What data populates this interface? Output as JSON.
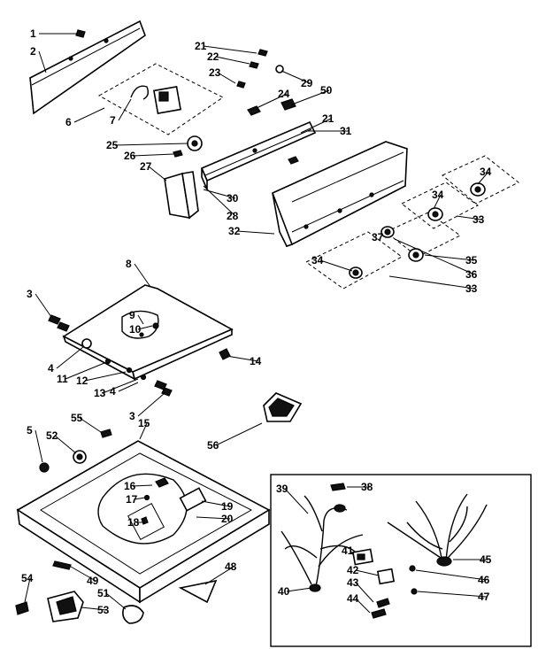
{
  "diagram": {
    "callouts": [
      "1",
      "2",
      "6",
      "7",
      "21",
      "22",
      "23",
      "29",
      "24",
      "50",
      "21",
      "31",
      "25",
      "26",
      "27",
      "30",
      "28",
      "32",
      "34",
      "34",
      "34",
      "37",
      "33",
      "35",
      "36",
      "33",
      "8",
      "3",
      "9",
      "10",
      "4",
      "11",
      "12",
      "13",
      "4",
      "3",
      "14",
      "56",
      "5",
      "55",
      "15",
      "52",
      "16",
      "17",
      "19",
      "18",
      "20",
      "39",
      "38",
      "40",
      "41",
      "42",
      "43",
      "44",
      "45",
      "46",
      "47",
      "48",
      "54",
      "49",
      "51",
      "53"
    ]
  }
}
